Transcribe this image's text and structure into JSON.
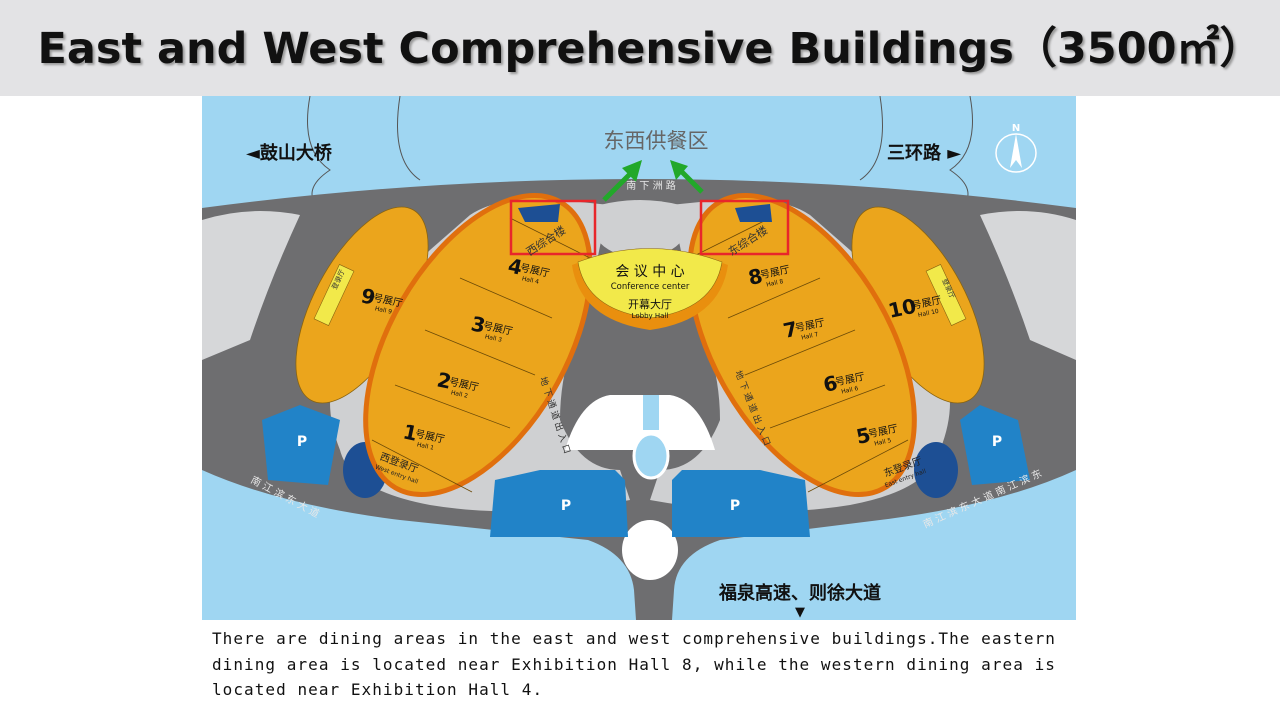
{
  "title": "East and West Comprehensive Buildings（3500㎡）",
  "map": {
    "dining_area_label": "东西供餐区",
    "left_direction": "◄鼓山大桥",
    "right_direction": "三环路 ►",
    "bottom_direction": "福泉高速、则徐大道",
    "bottom_arrow": "▼",
    "north_label": "N",
    "top_road": "南 下 洲 路",
    "bottom_road_left": "南 江 滨 东 大 道",
    "bottom_road_right": "南 江 滨 东 大 道 南 江 滨 东",
    "underpass_left": "地 下 通 道 出 入 口",
    "underpass_right": "地 下 通 道 出 入 口",
    "west_building": "西综合楼",
    "east_building": "东综合楼",
    "conference_cn": "会 议 中 心",
    "conference_en": "Conference center",
    "lobby_cn": "开幕大厅",
    "lobby_en": "Lobby Hall",
    "west_entry_cn": "西登录厅",
    "west_entry_en": "West entry hall",
    "east_entry_cn": "东登录厅",
    "east_entry_en": "East entry hall",
    "registration_cn": "登录厅",
    "parking": "P",
    "halls": [
      {
        "num": "1",
        "cn": "号展厅",
        "en": "Hall 1"
      },
      {
        "num": "2",
        "cn": "号展厅",
        "en": "Hall 2"
      },
      {
        "num": "3",
        "cn": "号展厅",
        "en": "Hall 3"
      },
      {
        "num": "4",
        "cn": "号展厅",
        "en": "Hall 4"
      },
      {
        "num": "5",
        "cn": "号展厅",
        "en": "Hall 5"
      },
      {
        "num": "6",
        "cn": "号展厅",
        "en": "Hall 6"
      },
      {
        "num": "7",
        "cn": "号展厅",
        "en": "Hall 7"
      },
      {
        "num": "8",
        "cn": "号展厅",
        "en": "Hall 8"
      },
      {
        "num": "9",
        "cn": "号展厅",
        "en": "Hall 9"
      },
      {
        "num": "10",
        "cn": "号展厅",
        "en": "Hall 10"
      }
    ],
    "colors": {
      "water": "#9fd6f2",
      "road": "#6e6e70",
      "plaza": "#cfd0d2",
      "hall": "#eba51c",
      "conference": "#f2e94a",
      "parking": "#2183c8",
      "highlight": "#e8262b",
      "arrow": "#22a82a"
    }
  },
  "caption": [
    "There are dining areas in the east and west comprehensive buildings.The eastern",
    "dining area is located near Exhibition Hall 8, while the western dining area is",
    "located near Exhibition Hall 4."
  ]
}
